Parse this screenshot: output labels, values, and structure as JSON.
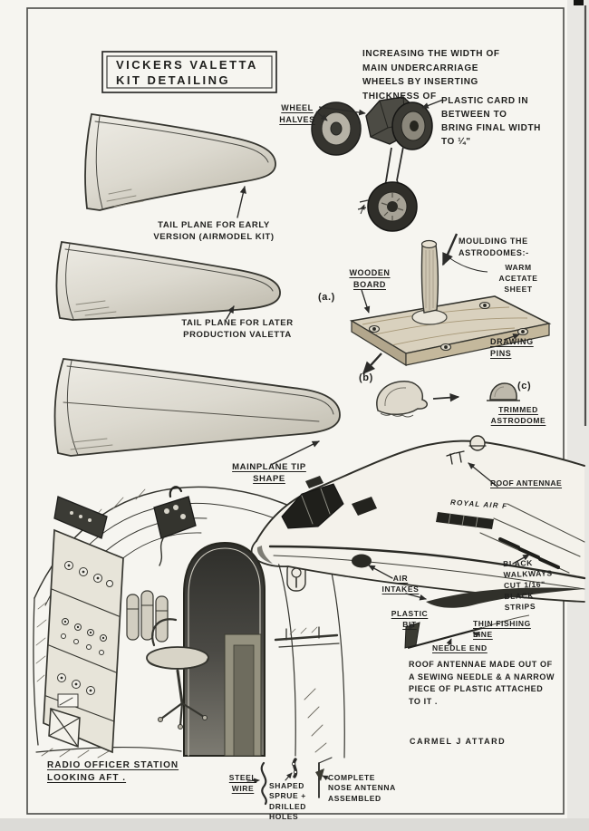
{
  "colors": {
    "paper": "#f6f5f0",
    "pencil": "#2b2b29"
  },
  "page": {
    "title_line1": "VICKERS VALETTA",
    "title_line2": "KIT DETAILING",
    "author": "CARMEL J ATTARD"
  },
  "notes": {
    "undercarriage_1": "INCREASING THE WIDTH OF MAIN UNDERCARRIAGE WHEELS BY INSERTING THICKNESS OF",
    "undercarriage_2": "PLASTIC CARD IN BETWEEN TO BRING FINAL WIDTH TO ¼\"",
    "roof_antennae_note": "ROOF ANTENNAE MADE OUT OF A SEWING NEEDLE & A NARROW PIECE OF PLASTIC ATTACHED TO IT ."
  },
  "figure_marks": {
    "a": "(a.)",
    "b": "(b)",
    "c": "(c)"
  },
  "labels": {
    "wheel_halves": "WHEEL HALVES",
    "tailplane_early": "TAIL PLANE FOR EARLY VERSION (AIRMODEL KIT)",
    "tailplane_later": "TAIL PLANE FOR LATER PRODUCTION VALETTA",
    "moulding_astrodomes": "MOULDING THE ASTRODOMES:-",
    "warm_acetate": "WARM ACETATE SHEET",
    "wooden_board": "WOODEN BOARD",
    "drawing_pins": "DRAWING PINS",
    "trimmed_astrodome": "TRIMMED ASTRODOME",
    "mainplane_tip": "MAINPLANE TIP SHAPE",
    "roof_antennae": "ROOF ANTENNAE",
    "royal_air": "ROYAL AIR F",
    "air_intakes": "AIR INTAKES",
    "black_walkways": "BLACK WALKWAYS CUT 1/16\" BLACK STRIPS",
    "plastic_bit": "PLASTIC BIT",
    "thin_fishing_line": "THIN FISHING LINE",
    "needle_end": "NEEDLE END",
    "radio_officer_station": "RADIO OFFICER STATION LOOKING AFT .",
    "steel_wire": "STEEL WIRE",
    "shaped_sprue": "SHAPED SPRUE + DRILLED HOLES",
    "complete_nose_antenna": "COMPLETE NOSE ANTENNA ASSEMBLED"
  }
}
